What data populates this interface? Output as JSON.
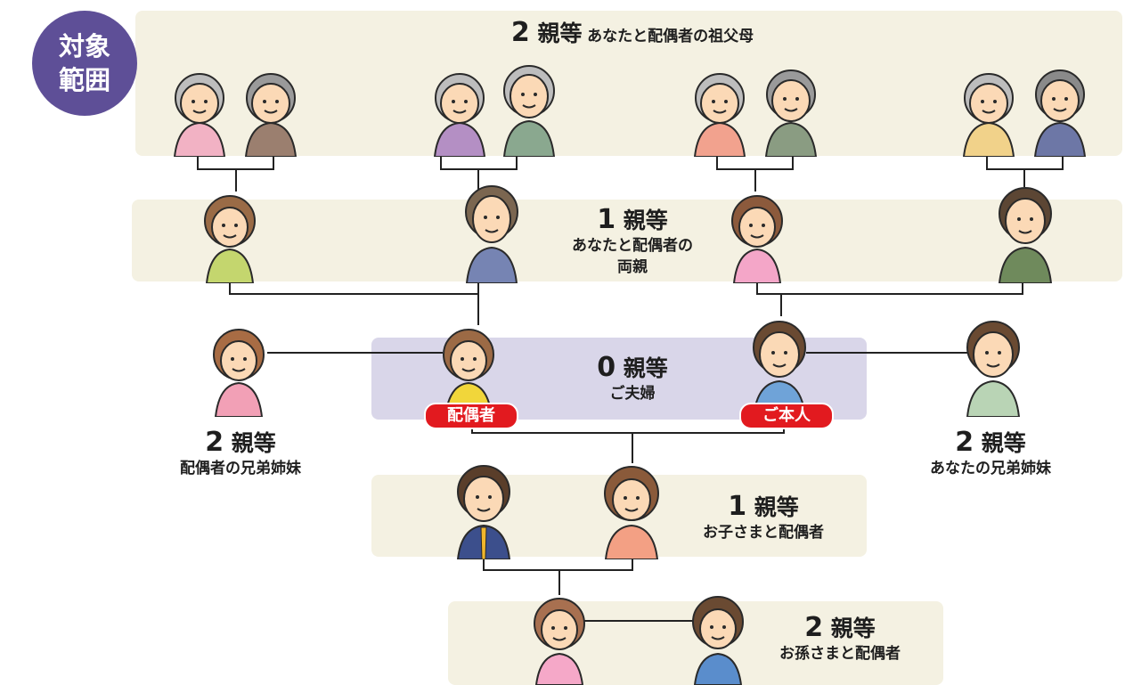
{
  "badge": {
    "line1": "対象",
    "line2": "範囲"
  },
  "grandparents": {
    "degree_num": "2",
    "degree_word": "親等",
    "caption": "あなたと配偶者の祖父母"
  },
  "parents": {
    "degree_num": "1",
    "degree_word": "親等",
    "caption_line1": "あなたと配偶者の",
    "caption_line2": "両親"
  },
  "couple": {
    "degree_num": "0",
    "degree_word": "親等",
    "caption": "ご夫婦",
    "spouse_tag": "配偶者",
    "self_tag": "ご本人"
  },
  "spouse_siblings": {
    "degree_num": "2",
    "degree_word": "親等",
    "caption": "配偶者の兄弟姉妹"
  },
  "your_siblings": {
    "degree_num": "2",
    "degree_word": "親等",
    "caption": "あなたの兄弟姉妹"
  },
  "children": {
    "degree_num": "1",
    "degree_word": "親等",
    "caption": "お子さまと配偶者"
  },
  "grandchildren": {
    "degree_num": "2",
    "degree_word": "親等",
    "caption": "お孫さまと配偶者"
  },
  "colors": {
    "band": "#f4f1e2",
    "band_zero": "#d9d6e9",
    "badge": "#5e4f97",
    "tag": "#e21a1f",
    "skin": "#fbd9b6",
    "outline": "#2a2a2a"
  }
}
